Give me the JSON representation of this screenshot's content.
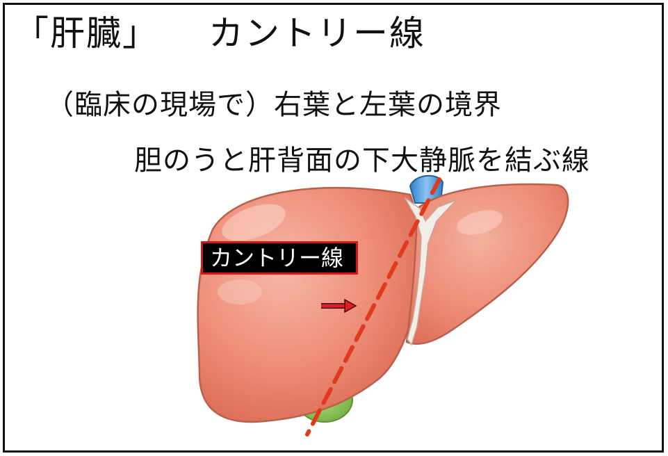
{
  "title": {
    "organ": "「肝臓」",
    "term": "カントリー線"
  },
  "lines": {
    "clinical": "（臨床の現場で）右葉と左葉の境界",
    "definition": "胆のうと肝背面の下大静脈を結ぶ線"
  },
  "diagram": {
    "label": "カントリー線",
    "colors": {
      "liver": "#ee8d78",
      "liver_dark": "#d9674f",
      "liver_highlight": "#f7c2b2",
      "outline": "#8a4a3a",
      "line": "#e03a1e",
      "arrow": "#d01818",
      "vena_cava": "#3d8fd6",
      "gallbladder": "#8cc65a",
      "ligament": "#f4ece6"
    }
  }
}
